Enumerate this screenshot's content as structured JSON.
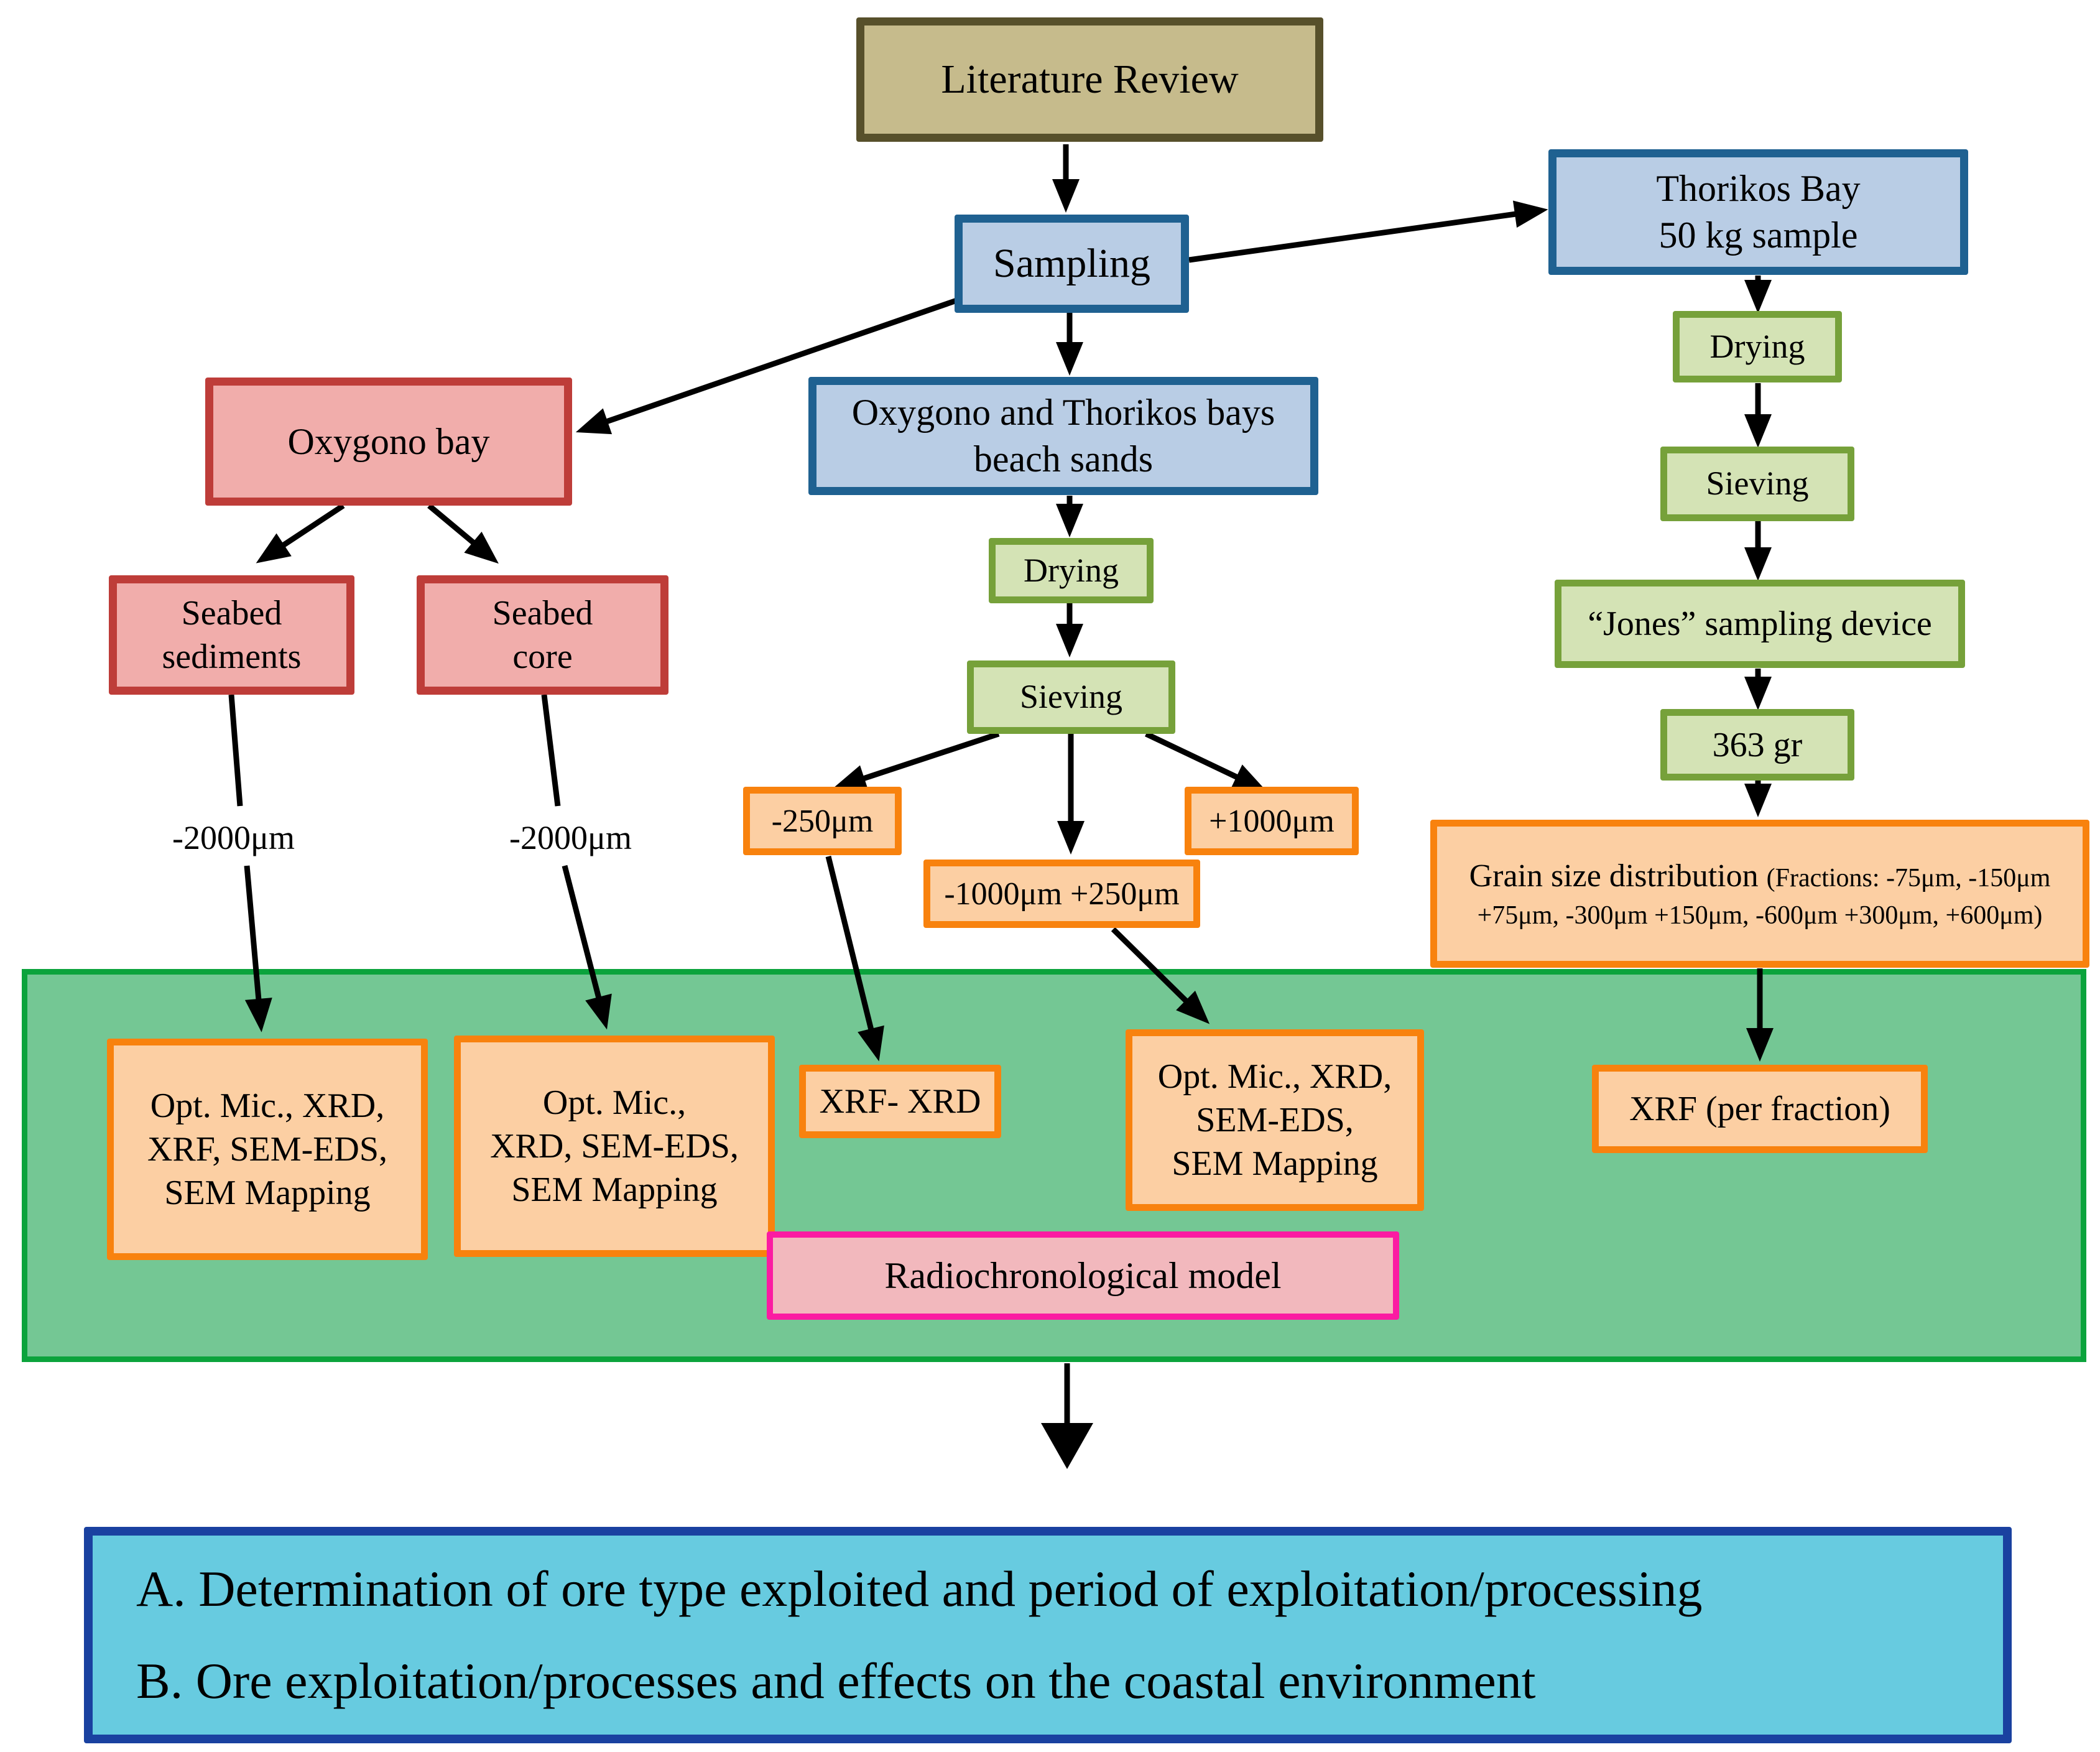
{
  "diagram_title": "Sampling and analysis methodology flowchart",
  "nodes": {
    "literature_review": "Literature Review",
    "sampling": "Sampling",
    "thorikos_bay": "Thorikos Bay\n50 kg sample",
    "drying_right": "Drying",
    "sieving_right": "Sieving",
    "jones_device": "“Jones” sampling device",
    "sample_363": "363 gr",
    "grain_title": "Grain size distribution ",
    "grain_fractions": "(Fractions: -75μm, -150μm +75μm, -300μm +150μm, -600μm +300μm, +600μm)",
    "oxygono_bay": "Oxygono  bay",
    "seabed_sediments": "Seabed\nsediments",
    "seabed_core": "Seabed\ncore",
    "beach_sands": "Oxygono  and Thorikos bays\nbeach sands",
    "drying_mid": "Drying",
    "sieving_mid": "Sieving",
    "fraction_minus250": "-250μm",
    "fraction_mid": "-1000μm +250μm",
    "fraction_plus1000": "+1000μm",
    "label_minus2000_left": "-2000μm",
    "label_minus2000_right": "-2000μm",
    "analysis_sediments": "Opt. Mic., XRD,\nXRF, SEM-EDS,\nSEM Mapping",
    "analysis_core": "Opt. Mic.,\nXRD, SEM-EDS,\nSEM Mapping",
    "xrf_xrd": "XRF- XRD",
    "analysis_beach": "Opt. Mic., XRD,\nSEM-EDS,\nSEM Mapping",
    "xrf_per_fraction": "XRF (per fraction)",
    "radiochronological_model": "Radiochronological model",
    "outcome_a": "A. Determination of ore type exploited and period of exploitation/processing",
    "outcome_b": "B. Ore exploitation/processes and effects on the coastal environment"
  },
  "colors": {
    "khaki_fill": "#c6bb8c",
    "khaki_border": "#57502b",
    "blue_fill": "#b9cde5",
    "blue_border": "#1f6191",
    "green_fill": "#d4e3b5",
    "green_border": "#76a13a",
    "red_fill": "#f1adab",
    "red_border": "#be3d39",
    "orange_fill": "#fccfa3",
    "orange_border": "#f8820e",
    "band_fill": "#74c794",
    "band_border": "#0ba33c",
    "pink_fill": "#f2b8bd",
    "pink_border": "#fb1ca2",
    "cyan_fill": "#67cbe0",
    "cyan_border": "#1a41a0",
    "arrow": "#000000"
  }
}
